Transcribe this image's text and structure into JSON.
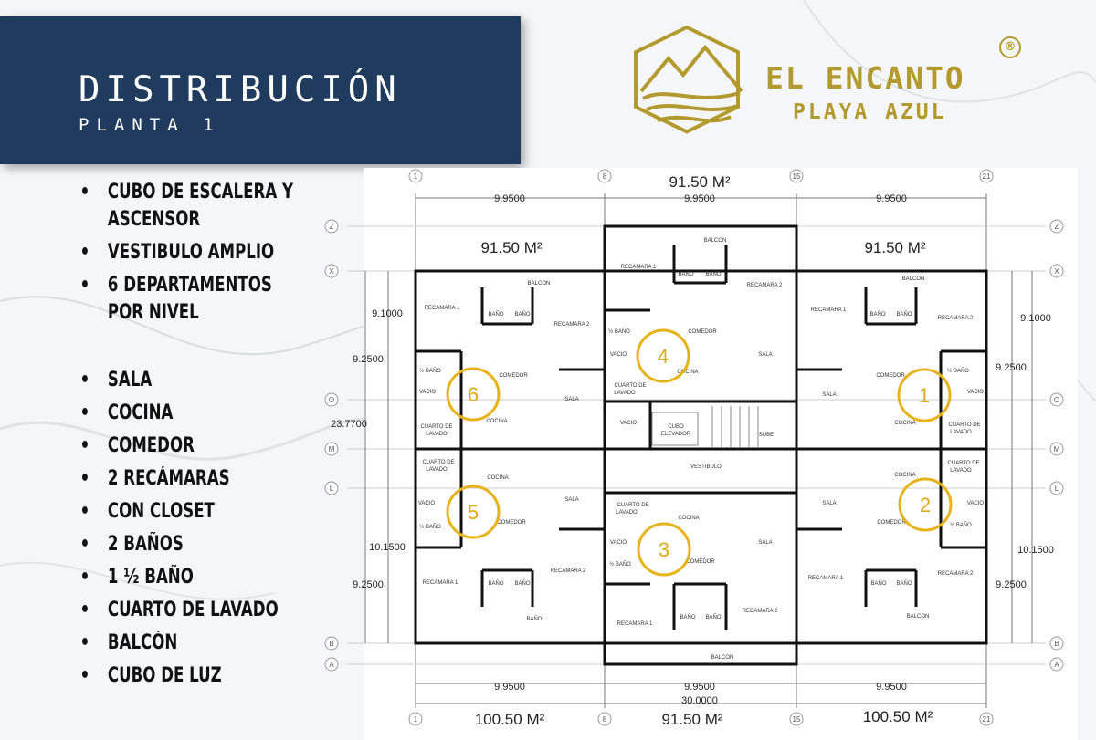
{
  "header": {
    "title": "DISTRIBUCIÓN",
    "subtitle": "PLANTA 1"
  },
  "brand": {
    "name": "EL ENCANTO",
    "location": "PLAYA AZUL",
    "mark": "®"
  },
  "colors": {
    "banner": "#1f3c5f",
    "gold": "#b39a2e",
    "marker": "#e8b31a"
  },
  "features": [
    "CUBO DE ESCALERA Y",
    "ASCENSOR",
    "VESTIBULO AMPLIO",
    "6 DEPARTAMENTOS",
    "POR NIVEL",
    "SALA",
    "COCINA",
    "COMEDOR",
    "2 RECÁMARAS",
    "CON CLOSET",
    "2 BAÑOS",
    "1 ½ BAÑO",
    "CUARTO DE LAVADO",
    "BALCÓN",
    "CUBO DE LUZ"
  ],
  "plan": {
    "areas": {
      "top_center": "91.50 M²",
      "top_left": "91.50 M²",
      "top_right": "91.50 M²",
      "bottom_left": "100.50 M²",
      "bottom_center": "91.50 M²",
      "bottom_right": "100.50 M²"
    },
    "dims": {
      "w1": "9.9500",
      "w2": "9.9500",
      "w3": "9.9500",
      "b1": "9.9500",
      "b2": "9.9500",
      "b3": "9.9500",
      "total": "30.0000",
      "h_tl": "9.1000",
      "h_l1": "9.2500",
      "h_mid": "23.7700",
      "h_bl": "10.1500",
      "h_l2": "9.2500",
      "h_tr": "9.1000",
      "h_r1": "9.2500",
      "h_br": "10.1500",
      "h_r2": "9.2500"
    },
    "grid_top": [
      "1",
      "8",
      "15",
      "21"
    ],
    "grid_side": [
      "Z",
      "X",
      "O",
      "M",
      "L",
      "B",
      "A"
    ],
    "units": [
      "1",
      "2",
      "3",
      "4",
      "5",
      "6"
    ],
    "rooms": {
      "balcon": "BALCON",
      "recamara1": "RECAMARA 1",
      "recamara2": "RECAMARA 2",
      "bano": "BAÑO",
      "comedor": "COMEDOR",
      "cocina": "COCINA",
      "sala": "SALA",
      "vacio": "VACIO",
      "cuarto": "CUARTO DE",
      "lavado": "LAVADO",
      "cubo": "CUBO",
      "elevador": "ELEVADOR",
      "sube": "SUBE",
      "vestibulo": "VESTIBULO",
      "half_bath": "½ BAÑO"
    }
  }
}
